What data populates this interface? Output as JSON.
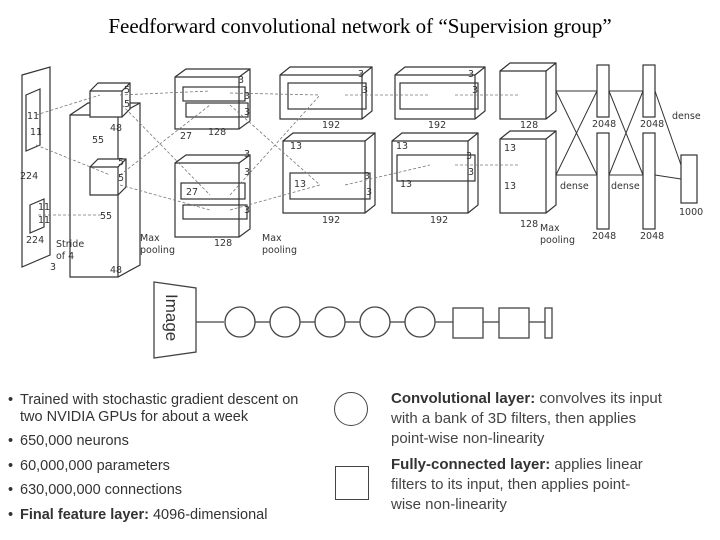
{
  "title": "Feedforward convolutional network of “Supervision group”",
  "diagram": {
    "arch_labels": [
      {
        "id": "in-224-v",
        "text": "224"
      },
      {
        "id": "in-224-h",
        "text": "224"
      },
      {
        "id": "in-3",
        "text": "3"
      },
      {
        "id": "in-11a",
        "text": "11"
      },
      {
        "id": "in-11b",
        "text": "11"
      },
      {
        "id": "in-11c",
        "text": "11"
      },
      {
        "id": "in-11d",
        "text": "11"
      },
      {
        "id": "stride",
        "text": "Stride"
      },
      {
        "id": "stride2",
        "text": "of 4"
      },
      {
        "id": "c1-55a",
        "text": "55"
      },
      {
        "id": "c1-55b",
        "text": "55"
      },
      {
        "id": "c1-48a",
        "text": "48"
      },
      {
        "id": "c1-48b",
        "text": "48"
      },
      {
        "id": "c1-5a",
        "text": "5"
      },
      {
        "id": "c1-5b",
        "text": "5"
      },
      {
        "id": "c1-5c",
        "text": "5"
      },
      {
        "id": "c1-5d",
        "text": "5"
      },
      {
        "id": "pool1a",
        "text": "Max"
      },
      {
        "id": "pool1b",
        "text": "pooling"
      },
      {
        "id": "c2-27a",
        "text": "27"
      },
      {
        "id": "c2-27b",
        "text": "27"
      },
      {
        "id": "c2-128a",
        "text": "128"
      },
      {
        "id": "c2-128b",
        "text": "128"
      },
      {
        "id": "c2-3a",
        "text": "3"
      },
      {
        "id": "c2-3b",
        "text": "3"
      },
      {
        "id": "c2-3c",
        "text": "3"
      },
      {
        "id": "c2-3d",
        "text": "3"
      },
      {
        "id": "c2-3e",
        "text": "3"
      },
      {
        "id": "c2-3f",
        "text": "3"
      },
      {
        "id": "pool2a",
        "text": "Max"
      },
      {
        "id": "pool2b",
        "text": "pooling"
      },
      {
        "id": "c3-192a",
        "text": "192"
      },
      {
        "id": "c3-192b",
        "text": "192"
      },
      {
        "id": "c3-13a",
        "text": "13"
      },
      {
        "id": "c3-13b",
        "text": "13"
      },
      {
        "id": "c3-3a",
        "text": "3"
      },
      {
        "id": "c3-3b",
        "text": "3"
      },
      {
        "id": "c3-3c",
        "text": "3"
      },
      {
        "id": "c3-3d",
        "text": "3"
      },
      {
        "id": "c4-192a",
        "text": "192"
      },
      {
        "id": "c4-192b",
        "text": "192"
      },
      {
        "id": "c4-13a",
        "text": "13"
      },
      {
        "id": "c4-13b",
        "text": "13"
      },
      {
        "id": "c4-3a",
        "text": "3"
      },
      {
        "id": "c4-3b",
        "text": "3"
      },
      {
        "id": "c4-3c",
        "text": "3"
      },
      {
        "id": "c4-3d",
        "text": "3"
      },
      {
        "id": "c5-128a",
        "text": "128"
      },
      {
        "id": "c5-128b",
        "text": "128"
      },
      {
        "id": "c5-13a",
        "text": "13"
      },
      {
        "id": "c5-13b",
        "text": "13"
      },
      {
        "id": "pool3a",
        "text": "Max"
      },
      {
        "id": "pool3b",
        "text": "pooling"
      },
      {
        "id": "fc-dense-a",
        "text": "dense"
      },
      {
        "id": "fc-dense-b",
        "text": "dense"
      },
      {
        "id": "fc-dense-c",
        "text": "dense"
      },
      {
        "id": "fc-2048a",
        "text": "2048"
      },
      {
        "id": "fc-2048b",
        "text": "2048"
      },
      {
        "id": "fc-2048c",
        "text": "2048"
      },
      {
        "id": "fc-2048d",
        "text": "2048"
      },
      {
        "id": "fc-1000",
        "text": "1000"
      }
    ],
    "image_label": "Image"
  },
  "bullets": [
    {
      "lead": "",
      "rest": "Trained with stochastic gradient descent on"
    },
    {
      "lead": "",
      "rest": "two NVIDIA GPUs for about a week",
      "continuation": true
    },
    {
      "lead": "",
      "rest": "650,000 neurons"
    },
    {
      "lead": "",
      "rest": "60,000,000 parameters"
    },
    {
      "lead": "",
      "rest": "630,000,000 connections"
    },
    {
      "lead": "Final feature layer:",
      "rest": " 4096-dimensional"
    }
  ],
  "legend": {
    "conv": {
      "title": "Convolutional layer:",
      "line1": " convolves its input",
      "line2": "with a bank of 3D filters, then applies",
      "line3": "point-wise non-linearity"
    },
    "fc": {
      "title": "Fully-connected layer:",
      "line1": " applies linear",
      "line2": "filters to its input, then applies point-",
      "line3": "wise non-linearity"
    }
  }
}
